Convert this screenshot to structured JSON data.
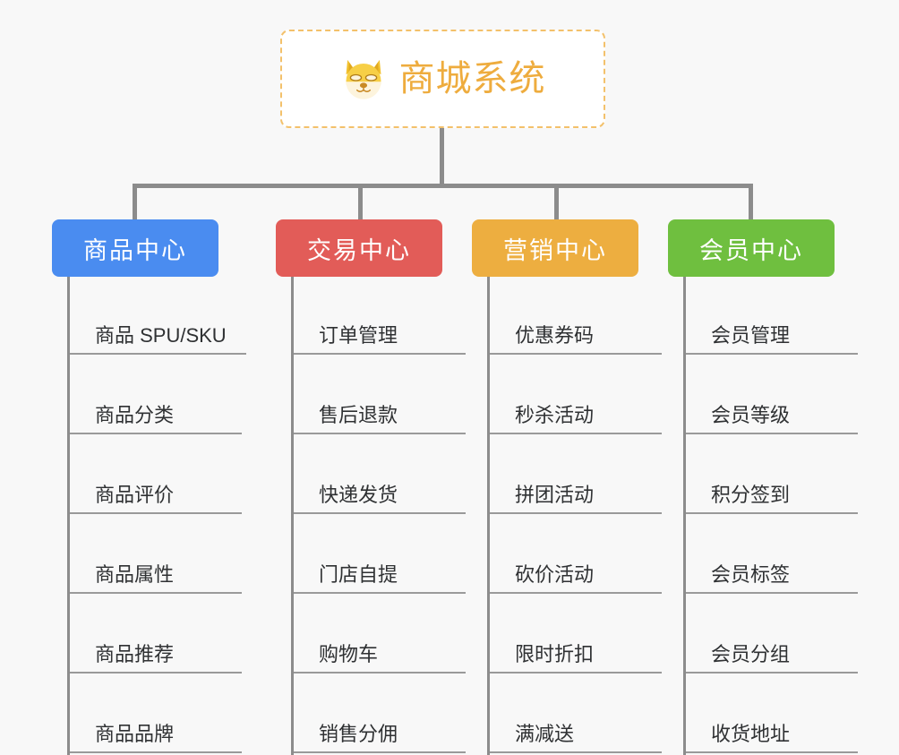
{
  "diagram": {
    "type": "org-tree",
    "background_color": "#f8f8f8",
    "root": {
      "title": "商城系统",
      "icon": "shiba-dog-face-icon",
      "text_color": "#eeac3e",
      "border_color": "#f3c16b",
      "border_style": "dashed",
      "fill_color": "#ffffff"
    },
    "connector_color": "#8c8c8c",
    "leaf_text_color": "#2f3133",
    "leaf_underline_color": "#9a9a9a",
    "columns": [
      {
        "title": "商品中心",
        "color": "#4a8cf0",
        "items": [
          "商品 SPU/SKU",
          "商品分类",
          "商品评价",
          "商品属性",
          "商品推荐",
          "商品品牌"
        ]
      },
      {
        "title": "交易中心",
        "color": "#e25c58",
        "items": [
          "订单管理",
          "售后退款",
          "快递发货",
          "门店自提",
          "购物车",
          "销售分佣"
        ]
      },
      {
        "title": "营销中心",
        "color": "#edae40",
        "items": [
          "优惠券码",
          "秒杀活动",
          "拼团活动",
          "砍价活动",
          "限时折扣",
          "满减送"
        ]
      },
      {
        "title": "会员中心",
        "color": "#6fbf3f",
        "items": [
          "会员管理",
          "会员等级",
          "积分签到",
          "会员标签",
          "会员分组",
          "收货地址"
        ]
      }
    ]
  }
}
